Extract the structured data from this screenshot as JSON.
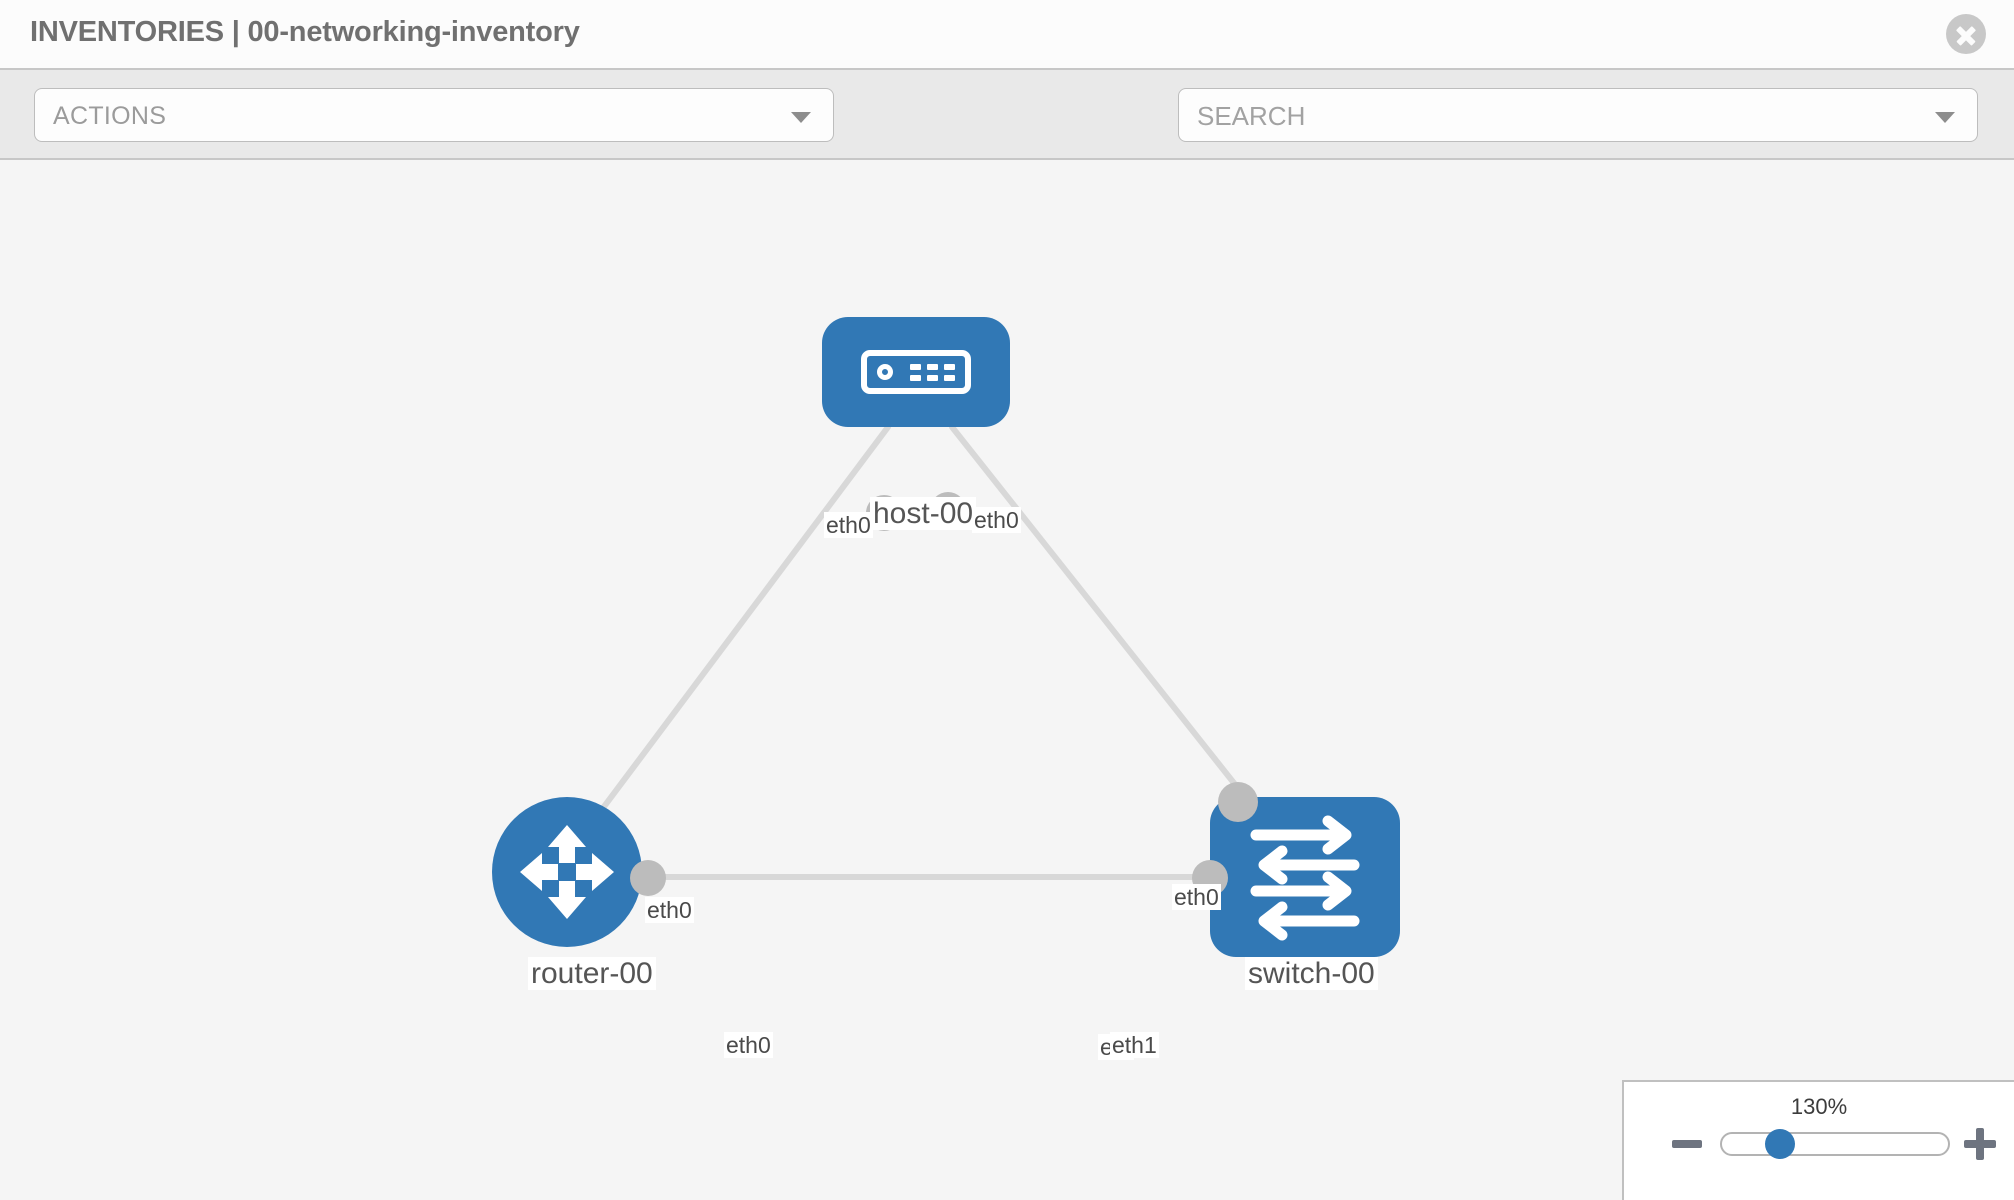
{
  "header": {
    "title": "INVENTORIES | 00-networking-inventory",
    "close_icon": "close-circle-icon"
  },
  "toolbar": {
    "actions_label": "ACTIONS",
    "actions_caret_icon": "chevron-down-icon",
    "wrench_icon": "wrench-icon",
    "key_icon": "key-icon",
    "search_placeholder": "SEARCH",
    "search_value": "",
    "search_caret_icon": "chevron-down-icon"
  },
  "topology": {
    "nodes": [
      {
        "id": "host-00",
        "label": "host-00",
        "type": "host",
        "icon": "server-icon",
        "color": "#3178b5"
      },
      {
        "id": "router-00",
        "label": "router-00",
        "type": "router",
        "icon": "router-arrows-icon",
        "color": "#3178b5"
      },
      {
        "id": "switch-00",
        "label": "switch-00",
        "type": "switch",
        "icon": "switch-arrows-icon",
        "color": "#3178b5"
      }
    ],
    "edges": [
      {
        "from": "host-00",
        "to": "router-00",
        "from_label": "eth0",
        "to_label": "eth0"
      },
      {
        "from": "host-00",
        "to": "switch-00",
        "from_label": "eth0",
        "to_label": "eth0"
      },
      {
        "from": "router-00",
        "to": "switch-00",
        "from_label": "eth0",
        "to_label": "eth1",
        "overlap_label": "eth"
      }
    ],
    "interface_labels": {
      "host_left": "eth0",
      "host_right": "eth0",
      "router_up": "eth0",
      "router_right": "eth0",
      "switch_up": "eth0",
      "switch_left_overlap": "eth",
      "switch_left": "eth1"
    },
    "edge_color": "#d8d8d8",
    "nub_color": "#bcbcbc"
  },
  "zoom_control": {
    "percent": "130%",
    "minus_icon": "minus-icon",
    "plus_icon": "plus-icon",
    "slider_value": 130
  }
}
